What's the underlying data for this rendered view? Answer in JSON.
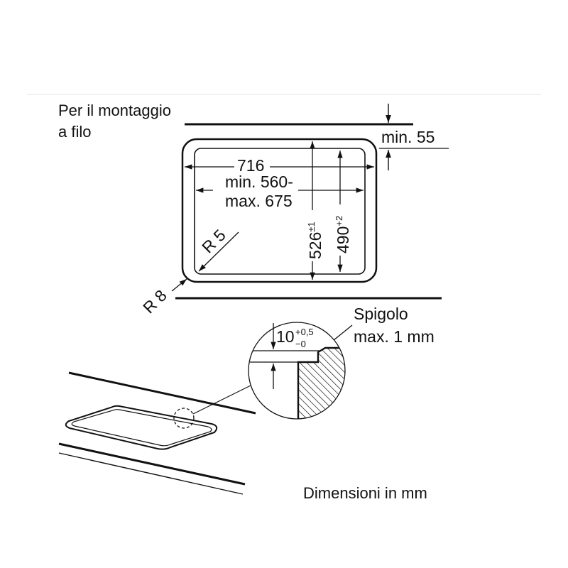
{
  "title": {
    "line1": "Per il montaggio",
    "line2": "a filo"
  },
  "dims": {
    "min_gap": "min. 55",
    "width_outer": "716",
    "width_inner_line1": "min. 560-",
    "width_inner_line2": "max. 675",
    "depth_outer": "526",
    "depth_outer_tol": "±1",
    "depth_inner": "490",
    "depth_inner_tol": "+2",
    "radius_inner": "R 5",
    "radius_outer": "R 8"
  },
  "detail": {
    "edge_label_line1": "Spigolo",
    "edge_label_line2": "max. 1 mm",
    "rebate": "10",
    "rebate_tol_upper": "+0,5",
    "rebate_tol_lower": "−0"
  },
  "footer": {
    "units": "Dimensioni in mm"
  }
}
